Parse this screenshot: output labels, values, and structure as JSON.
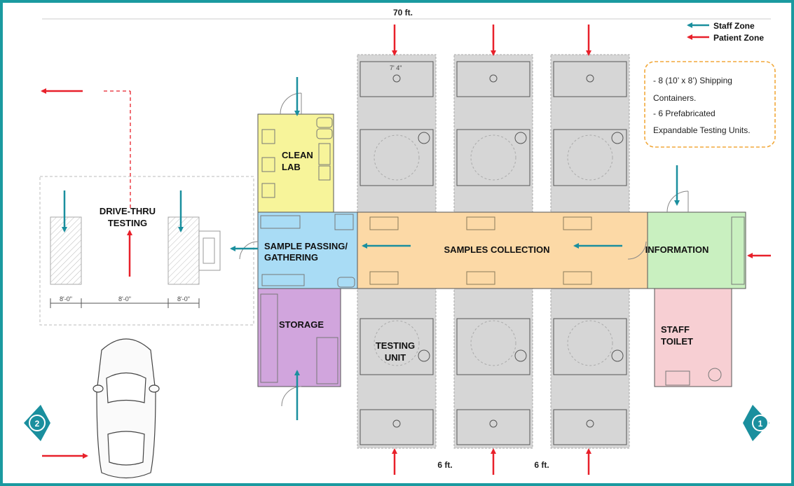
{
  "colors": {
    "frame": "#1a9aa0",
    "staff_arrow": "#1a8f9e",
    "patient_arrow": "#e8202a",
    "clean_lab": "#f7f49a",
    "sample_passing": "#a9dcf5",
    "samples_collection": "#fcd9a6",
    "information": "#c9f0c0",
    "staff_toilet": "#f7cfd3",
    "storage": "#d1a5dd",
    "container_gray": "#d6d6d6",
    "note_border": "#f2a93b"
  },
  "dimensions": {
    "overall_width": "70 ft.",
    "spacing_1": "6 ft.",
    "spacing_2": "6 ft.",
    "unit_width": "7' 4\""
  },
  "legend": {
    "staff_zone": "Staff Zone",
    "patient_zone": "Patient Zone"
  },
  "notes": {
    "line1": "- 8 (10’ x 8’) Shipping",
    "line2": "Containers.",
    "line3": "- 6 Prefabricated",
    "line4": "Expandable Testing Units."
  },
  "rooms": {
    "clean_lab_1": "CLEAN",
    "clean_lab_2": "LAB",
    "sample_passing_1": "SAMPLE PASSING/",
    "sample_passing_2": "GATHERING",
    "samples_collection": "SAMPLES COLLECTION",
    "information": "INFORMATION",
    "storage": "STORAGE",
    "staff_toilet_1": "STAFF",
    "staff_toilet_2": "TOILET",
    "testing_unit_1": "TESTING",
    "testing_unit_2": "UNIT",
    "drive_thru_1": "DRIVE-THRU",
    "drive_thru_2": "TESTING"
  },
  "lane_dims": [
    "8'-0\"",
    "8'-0\"",
    "8'-0\""
  ],
  "nav": {
    "prev_page": "2",
    "next_page": "1"
  }
}
